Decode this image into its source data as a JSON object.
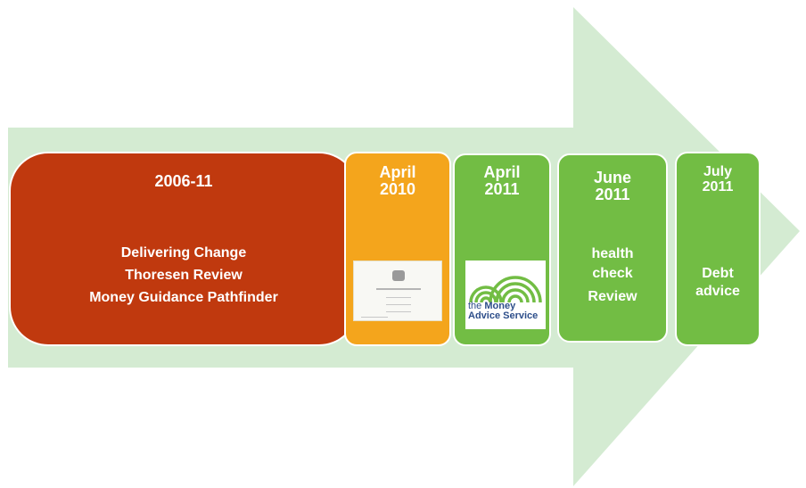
{
  "colors": {
    "arrow": "#d4ebd2",
    "red": "#c0390e",
    "orange": "#f4a51c",
    "green": "#72bd44",
    "logo_blue": "#2d4e8a"
  },
  "timeline": [
    {
      "date": "2006-11",
      "lines": [
        "Delivering  Change",
        "Thoresen  Review",
        "Money Guidance Pathfinder"
      ]
    },
    {
      "date_line1": "April",
      "date_line2": "2010",
      "image": "document-thumbnail"
    },
    {
      "date_line1": "April",
      "date_line2": "2011",
      "image": "logo",
      "logo_prefix": "the ",
      "logo_bold": "Money",
      "logo_line2": "Advice Service"
    },
    {
      "date_line1": "June",
      "date_line2": "2011",
      "sub": [
        "health",
        "check",
        "Review"
      ]
    },
    {
      "date_line1": "July",
      "date_line2": "2011",
      "sub": [
        "Debt",
        "advice"
      ]
    }
  ]
}
